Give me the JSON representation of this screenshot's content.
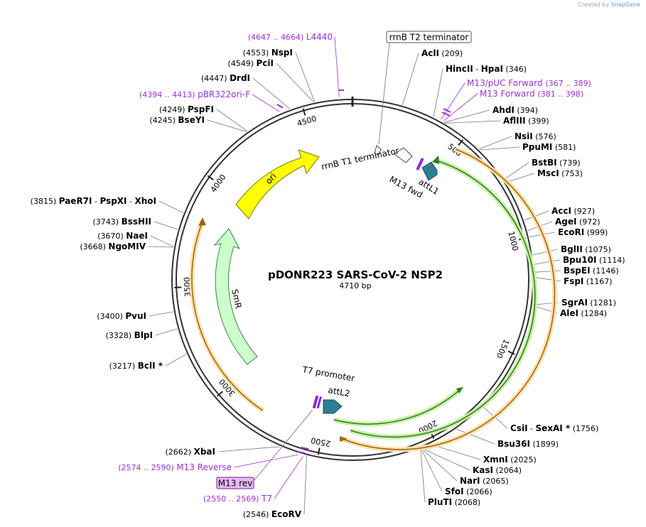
{
  "credit": {
    "prefix": "Created by",
    "brand": "SnapGene"
  },
  "plasmid": {
    "name": "pDONR223 SARS-CoV-2 NSP2",
    "length_label": "4710 bp",
    "length": 4710
  },
  "colors": {
    "primer": "#9b30d9",
    "orange": "#f5a623",
    "green": "#2e7d1a",
    "ori": "#ffff00",
    "smr": "#ccffcc",
    "att": "#2e7f95"
  },
  "ticks": [
    {
      "pos": 500,
      "label": "500"
    },
    {
      "pos": 1000,
      "label": "1000"
    },
    {
      "pos": 1500,
      "label": "1500"
    },
    {
      "pos": 2000,
      "label": "2000"
    },
    {
      "pos": 2500,
      "label": "2500"
    },
    {
      "pos": 3000,
      "label": "3000"
    },
    {
      "pos": 3500,
      "label": "3500"
    },
    {
      "pos": 4000,
      "label": "4000"
    },
    {
      "pos": 4500,
      "label": "4500"
    }
  ],
  "sites": [
    {
      "id": "acli",
      "parts": [
        {
          "b": "AclI"
        },
        {
          "n": "(209)"
        }
      ],
      "pos": 209
    },
    {
      "id": "hincii",
      "parts": [
        {
          "b": "HincII"
        },
        {
          "t": "  -  "
        },
        {
          "b": "HpaI"
        },
        {
          "n": "(346)"
        }
      ],
      "pos": 346
    },
    {
      "id": "ahdi",
      "parts": [
        {
          "b": "AhdI"
        },
        {
          "n": "(394)"
        }
      ],
      "pos": 394
    },
    {
      "id": "aflii",
      "parts": [
        {
          "b": "AflIII"
        },
        {
          "n": "(399)"
        }
      ],
      "pos": 399
    },
    {
      "id": "nsii",
      "parts": [
        {
          "b": "NsiI"
        },
        {
          "n": "(576)"
        }
      ],
      "pos": 576
    },
    {
      "id": "ppumi",
      "parts": [
        {
          "b": "PpuMI"
        },
        {
          "n": "(581)"
        }
      ],
      "pos": 581
    },
    {
      "id": "bstbi",
      "parts": [
        {
          "b": "BstBI"
        },
        {
          "n": "(739)"
        }
      ],
      "pos": 739
    },
    {
      "id": "msci",
      "parts": [
        {
          "b": "MscI"
        },
        {
          "n": "(753)"
        }
      ],
      "pos": 753
    },
    {
      "id": "acci",
      "parts": [
        {
          "b": "AccI"
        },
        {
          "n": "(927)"
        }
      ],
      "pos": 927
    },
    {
      "id": "agei",
      "parts": [
        {
          "b": "AgeI"
        },
        {
          "n": "(972)"
        }
      ],
      "pos": 972
    },
    {
      "id": "ecori",
      "parts": [
        {
          "b": "EcoRI"
        },
        {
          "n": "(999)"
        }
      ],
      "pos": 999
    },
    {
      "id": "bglii",
      "parts": [
        {
          "b": "BglII"
        },
        {
          "n": "(1075)"
        }
      ],
      "pos": 1075
    },
    {
      "id": "bpu10i",
      "parts": [
        {
          "b": "Bpu10I"
        },
        {
          "n": "(1114)"
        }
      ],
      "pos": 1114
    },
    {
      "id": "bspei",
      "parts": [
        {
          "b": "BspEI"
        },
        {
          "n": "(1146)"
        }
      ],
      "pos": 1146
    },
    {
      "id": "fspi",
      "parts": [
        {
          "b": "FspI"
        },
        {
          "n": "(1167)"
        }
      ],
      "pos": 1167
    },
    {
      "id": "sgrai",
      "parts": [
        {
          "b": "SgrAI"
        },
        {
          "n": "(1281)"
        }
      ],
      "pos": 1281
    },
    {
      "id": "alei",
      "parts": [
        {
          "b": "AleI"
        },
        {
          "n": "(1284)"
        }
      ],
      "pos": 1284
    },
    {
      "id": "csii",
      "parts": [
        {
          "b": "CsiI"
        },
        {
          "t": "  -  "
        },
        {
          "b": "SexAI *"
        },
        {
          "n": "(1756)"
        }
      ],
      "pos": 1756
    },
    {
      "id": "bsu36i",
      "parts": [
        {
          "b": "Bsu36I"
        },
        {
          "n": "(1899)"
        }
      ],
      "pos": 1899
    },
    {
      "id": "xmni",
      "parts": [
        {
          "b": "XmnI"
        },
        {
          "n": "(2025)"
        }
      ],
      "pos": 2025
    },
    {
      "id": "kasi",
      "parts": [
        {
          "b": "KasI"
        },
        {
          "n": "(2064)"
        }
      ],
      "pos": 2064
    },
    {
      "id": "nari",
      "parts": [
        {
          "b": "NarI"
        },
        {
          "n": "(2065)"
        }
      ],
      "pos": 2065
    },
    {
      "id": "sfoi",
      "parts": [
        {
          "b": "SfoI"
        },
        {
          "n": "(2066)"
        }
      ],
      "pos": 2066
    },
    {
      "id": "pluti",
      "parts": [
        {
          "b": "PluTI"
        },
        {
          "n": "(2068)"
        }
      ],
      "pos": 2068
    },
    {
      "id": "ecorv",
      "parts": [
        {
          "n": "(2546)"
        },
        {
          "b": "EcoRV"
        }
      ],
      "pos": 2546
    },
    {
      "id": "xbai",
      "parts": [
        {
          "n": "(2662)"
        },
        {
          "b": "XbaI"
        }
      ],
      "pos": 2662
    },
    {
      "id": "bcli",
      "parts": [
        {
          "n": "(3217)"
        },
        {
          "b": "BclI *"
        }
      ],
      "pos": 3217
    },
    {
      "id": "blpi",
      "parts": [
        {
          "n": "(3328)"
        },
        {
          "b": "BlpI"
        }
      ],
      "pos": 3328
    },
    {
      "id": "pvui",
      "parts": [
        {
          "n": "(3400)"
        },
        {
          "b": "PvuI"
        }
      ],
      "pos": 3400
    },
    {
      "id": "ngomiv",
      "parts": [
        {
          "n": "(3668)"
        },
        {
          "b": "NgoMIV"
        }
      ],
      "pos": 3668
    },
    {
      "id": "naei",
      "parts": [
        {
          "n": "(3670)"
        },
        {
          "b": "NaeI"
        }
      ],
      "pos": 3670
    },
    {
      "id": "bsshii",
      "parts": [
        {
          "n": "(3743)"
        },
        {
          "b": "BssHII"
        }
      ],
      "pos": 3743
    },
    {
      "id": "paer7i",
      "parts": [
        {
          "n": "(3815)"
        },
        {
          "b": "PaeR7I"
        },
        {
          "t": "  -  "
        },
        {
          "b": "PspXI"
        },
        {
          "t": "  -  "
        },
        {
          "b": "XhoI"
        }
      ],
      "pos": 3815
    },
    {
      "id": "bseyi",
      "parts": [
        {
          "n": "(4245)"
        },
        {
          "b": "BseYI"
        }
      ],
      "pos": 4245
    },
    {
      "id": "pspfi",
      "parts": [
        {
          "n": "(4249)"
        },
        {
          "b": "PspFI"
        }
      ],
      "pos": 4249
    },
    {
      "id": "drdi",
      "parts": [
        {
          "n": "(4447)"
        },
        {
          "b": "DrdI"
        }
      ],
      "pos": 4447
    },
    {
      "id": "pcii",
      "parts": [
        {
          "n": "(4549)"
        },
        {
          "b": "PciI"
        }
      ],
      "pos": 4549
    },
    {
      "id": "nspi",
      "parts": [
        {
          "n": "(4553)"
        },
        {
          "b": "NspI"
        }
      ],
      "pos": 4553
    }
  ],
  "primers": [
    {
      "id": "m13-puc-forward",
      "name": "M13/pUC Forward",
      "range": "(367 .. 389)",
      "start": 367,
      "end": 389
    },
    {
      "id": "m13-forward",
      "name": "M13 Forward",
      "range": "(381 .. 398)",
      "start": 381,
      "end": 398
    },
    {
      "id": "m13-reverse",
      "range": "(2574 .. 2590)",
      "name": "M13 Reverse",
      "start": 2574,
      "end": 2590
    },
    {
      "id": "t7",
      "range": "(2550 .. 2569)",
      "name": "T7",
      "start": 2550,
      "end": 2569
    },
    {
      "id": "pbr322ori-f",
      "range": "(4394 .. 4413)",
      "name": "pBR322ori-F",
      "start": 4394,
      "end": 4413
    },
    {
      "id": "l4440",
      "range": "(4647 .. 4664)",
      "name": "L4440",
      "start": 4647,
      "end": 4664
    }
  ],
  "features": {
    "rrnb_t2": "rrnB T2 terminator",
    "rrnb_t1": "rrnB T1 terminator",
    "m13_fwd": "M13 fwd",
    "attl1": "attL1",
    "t7_promoter": "T7 promoter",
    "attl2": "attL2",
    "m13_rev": "M13 rev",
    "ori": "ori",
    "smr": "SmR"
  }
}
